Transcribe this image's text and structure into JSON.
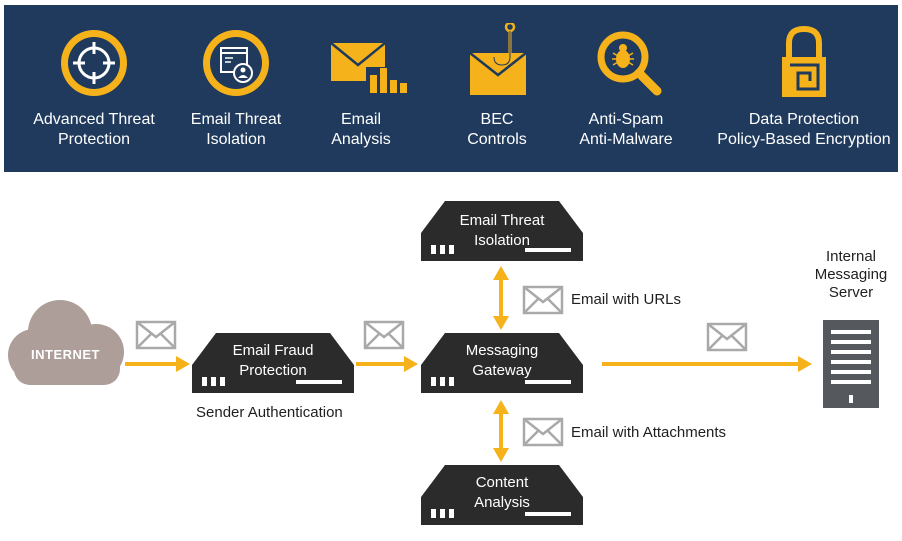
{
  "features": [
    {
      "icon": "crosshair-target-icon",
      "lines": [
        "Advanced Threat",
        "Protection"
      ]
    },
    {
      "icon": "browser-user-isolation-icon",
      "lines": [
        "Email Threat",
        "Isolation"
      ]
    },
    {
      "icon": "envelope-bar-chart-icon",
      "lines": [
        "Email",
        "Analysis"
      ]
    },
    {
      "icon": "envelope-fishhook-icon",
      "lines": [
        "BEC",
        "Controls"
      ]
    },
    {
      "icon": "magnifier-bug-icon",
      "lines": [
        "Anti-Spam",
        "Anti-Malware"
      ]
    },
    {
      "icon": "padlock-icon",
      "lines": [
        "Data Protection",
        "Policy-Based Encryption"
      ]
    }
  ],
  "diagram": {
    "internet": "INTERNET",
    "email_fraud": [
      "Email Fraud",
      "Protection"
    ],
    "sender_auth": "Sender Authentication",
    "gateway": [
      "Messaging",
      "Gateway"
    ],
    "threat_isolation": [
      "Email Threat",
      "Isolation"
    ],
    "content_analysis": [
      "Content",
      "Analysis"
    ],
    "email_urls": "Email with URLs",
    "email_attachments": "Email with Attachments",
    "server": [
      "Internal",
      "Messaging",
      "Server"
    ]
  },
  "colors": {
    "banner": "#1f3a5c",
    "accent": "#f5b21b",
    "appliance": "#2b2b2b",
    "cloud": "#ad9e99",
    "envelope": "#a9a9a9",
    "server": "#55595d"
  }
}
